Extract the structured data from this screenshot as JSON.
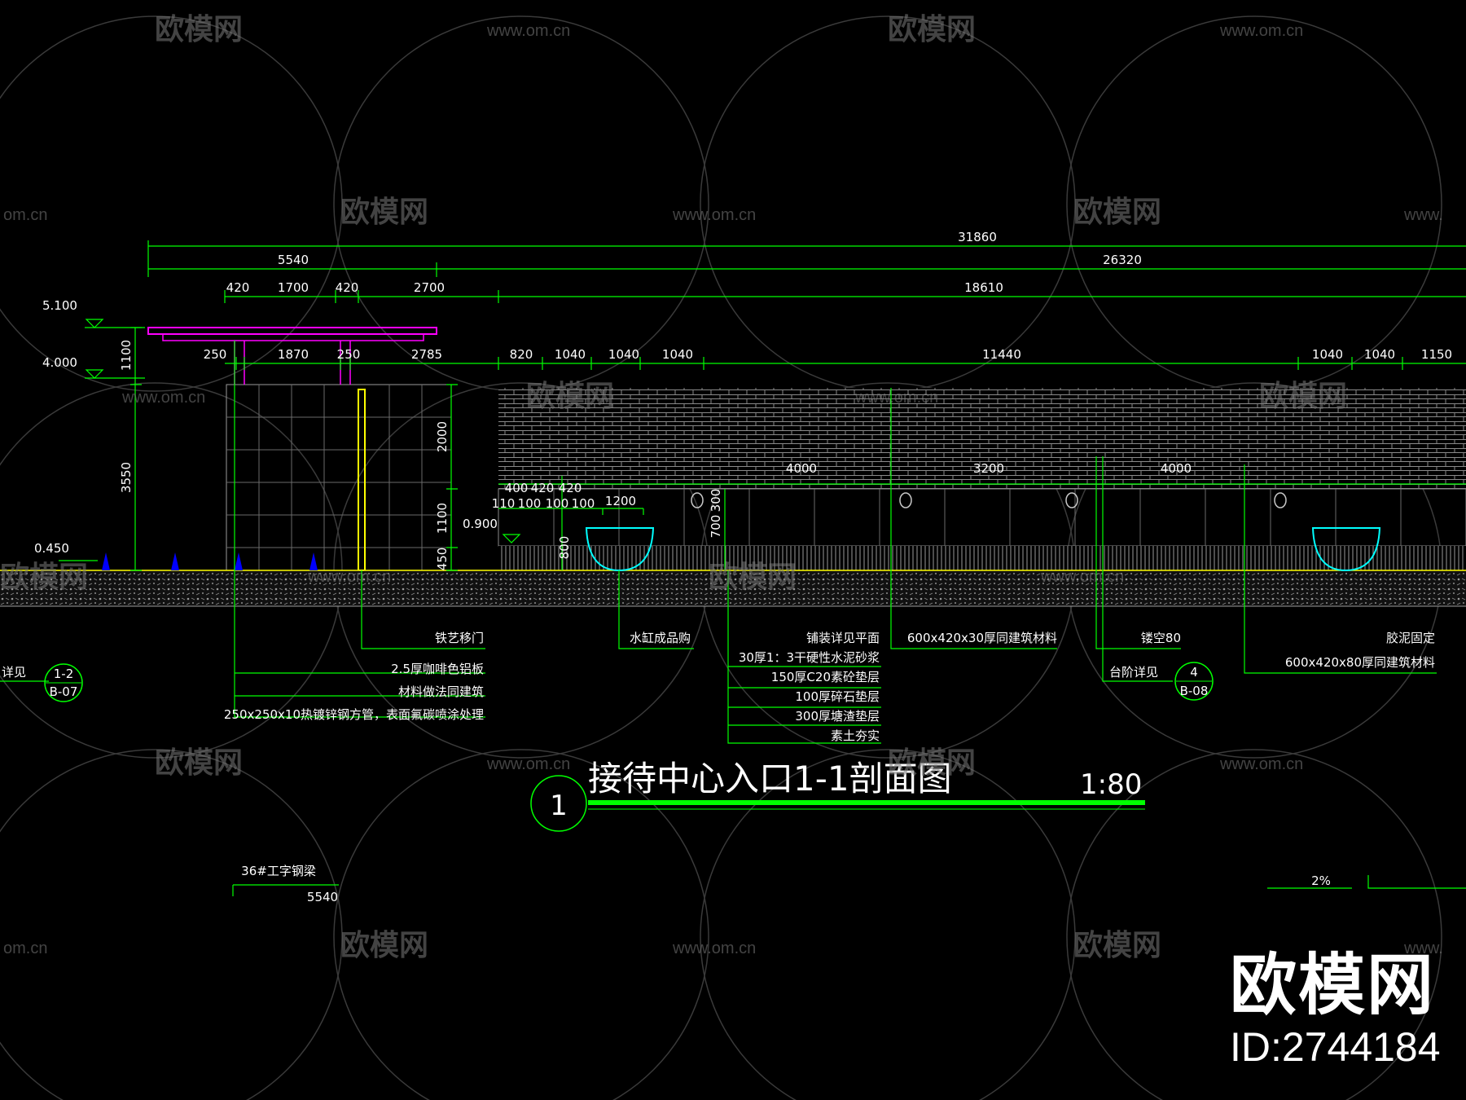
{
  "drawing": {
    "title": "接待中心入口1-1剖面图",
    "scale": "1:80",
    "section_no": "1",
    "top_dims": {
      "overall": "31860",
      "row2": [
        "5540",
        "26320"
      ],
      "row3": [
        "420",
        "1700",
        "420",
        "2700",
        "18610"
      ],
      "row4": [
        "250",
        "1870",
        "250",
        "2785",
        "820",
        "1040",
        "1040",
        "1040",
        "11440",
        "1040",
        "1040",
        "1150"
      ]
    },
    "levels": [
      "5.100",
      "4.000",
      "0.900",
      "0.450"
    ],
    "vert_dims": [
      "1100",
      "3550",
      "2000",
      "1100",
      "450",
      "800",
      "700",
      "300"
    ],
    "small_dims": [
      "400",
      "420",
      "420",
      "110",
      "100",
      "100",
      "100",
      "1200"
    ],
    "inner_dims": [
      "4000",
      "3200",
      "4000"
    ],
    "labels": {
      "iron_gate": "铁艺移门",
      "planter": "水缸成品购",
      "paving": "铺装详见平面",
      "stone": "600x420x30厚同建筑材料",
      "hollow": "镂空80",
      "glue": "胶泥固定",
      "stone80": "600x420x80厚同建筑材料",
      "alu": "2.5厚咖啡色铝板",
      "mat": "材料做法同建筑",
      "steel": "250x250x10热镀锌钢方管，表面氟碳喷涂处理",
      "layer1": "30厚1：3干硬性水泥砂浆",
      "layer2": "150厚C20素砼垫层",
      "layer3": "100厚碎石垫层",
      "layer4": "300厚塘渣垫层",
      "layer5": "素土夯实",
      "step": "台阶详见",
      "left_ref": "详见",
      "ibeam": "36#工字钢梁",
      "bottom_dim": "5540",
      "slope": "2%"
    },
    "refs": [
      {
        "top": "1-2",
        "bottom": "B-07"
      },
      {
        "top": "4",
        "bottom": "B-08"
      }
    ]
  },
  "watermark": {
    "brand": "欧模网",
    "url": "www.om.cn",
    "url_short": "om.cn",
    "url_cut": "www."
  },
  "id_block": {
    "brand": "欧模网",
    "code": "ID:2744184"
  },
  "colors": {
    "background": "#000000",
    "dim_line": "#00ff00",
    "canopy": "#ff00ff",
    "gate": "#ffff00",
    "planter": "#00ffff",
    "cone": "#0000ff",
    "text": "#ffffff",
    "watermark": "#7a7a7a"
  }
}
